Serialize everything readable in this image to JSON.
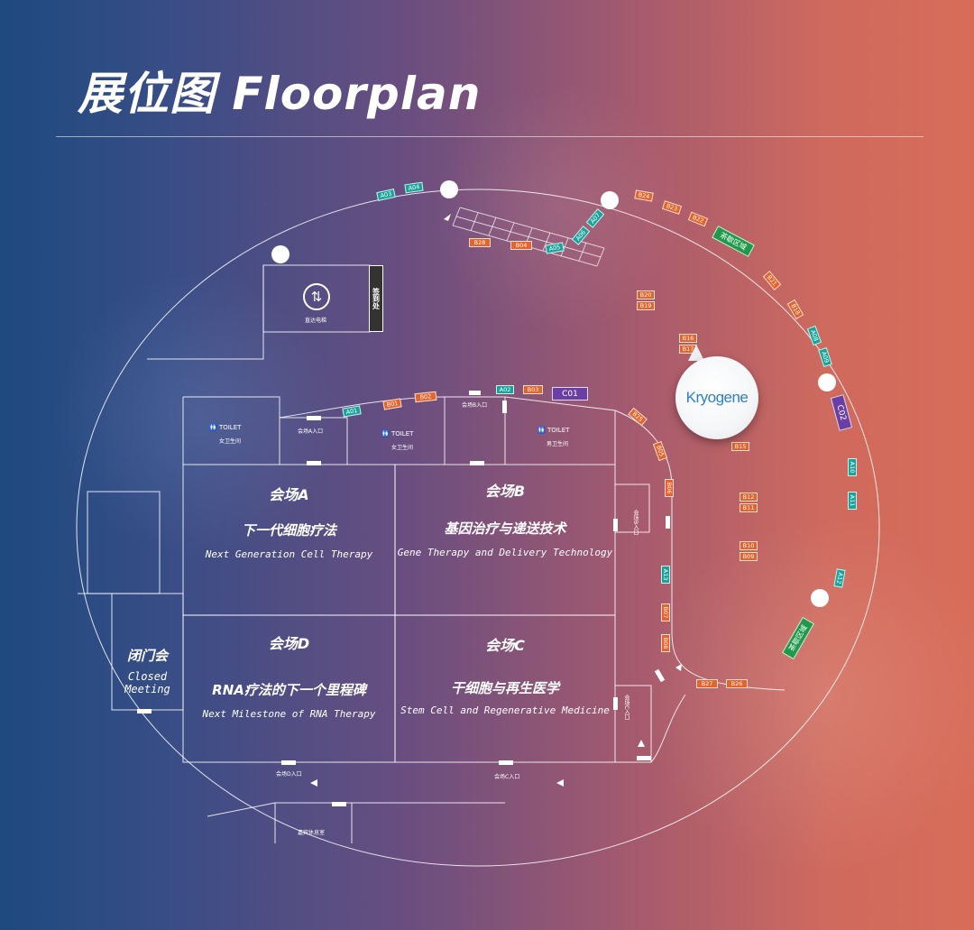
{
  "header": {
    "title": "展位图 Floorplan"
  },
  "halls": [
    {
      "name": "会场A",
      "cn": "下一代细胞疗法",
      "en": "Next Generation Cell Therapy"
    },
    {
      "name": "会场B",
      "cn": "基因治疗与递送技术",
      "en": "Gene Therapy and Delivery Technology"
    },
    {
      "name": "会场D",
      "cn": "RNA疗法的下一个里程碑",
      "en": "Next Milestone of RNA Therapy"
    },
    {
      "name": "会场C",
      "cn": "干细胞与再生医学",
      "en": "Stem Cell and Regenerative Medicine"
    }
  ],
  "closed_meeting": {
    "cn": "闭门会",
    "en1": "Closed",
    "en2": "Meeting"
  },
  "facilities": {
    "toilet_label": "TOILET",
    "toilet_female_1": "女卫生间",
    "toilet_female_2": "女卫生间",
    "toilet_male": "男卫生间",
    "elevator": "直达电梯",
    "registration": "签到处",
    "entrance_a": "会场A入口",
    "entrance_b": "会场B入口",
    "entrance_c": "会场C入口",
    "entrance_d": "会场D入口",
    "vip_room": "嘉宾休息室",
    "tea_1": "茶歇区域",
    "tea_2": "茶歇区域"
  },
  "exhibitor_logo": "Kryogene",
  "booths": {
    "A01": "A01",
    "A02": "A02",
    "A03": "A03",
    "A04": "A04",
    "A05": "A05",
    "A06": "A06",
    "A07": "A07",
    "A08": "A08",
    "A09": "A09",
    "A10": "A10",
    "A11": "A11",
    "A12": "A12",
    "A13": "A13",
    "B01": "B01",
    "B02": "B02",
    "B03": "B03",
    "B04": "B04",
    "B05": "B05",
    "B06": "B06",
    "B07": "B07",
    "B08": "B08",
    "B09": "B09",
    "B10": "B10",
    "B11": "B11",
    "B12": "B12",
    "B15": "B15",
    "B16": "B16",
    "B17": "B17",
    "B18": "B18",
    "B19": "B19",
    "B20": "B20",
    "B21": "B21",
    "B22": "B22",
    "B23": "B23",
    "B24": "B24",
    "B25": "B25",
    "B26": "B26",
    "B27": "B27",
    "B28": "B28",
    "C01": "C01",
    "C02": "C02"
  },
  "colors": {
    "orange": "#e6632a",
    "teal": "#1aa39a",
    "purple": "#6a3fa5",
    "green": "#1e9a4a"
  }
}
